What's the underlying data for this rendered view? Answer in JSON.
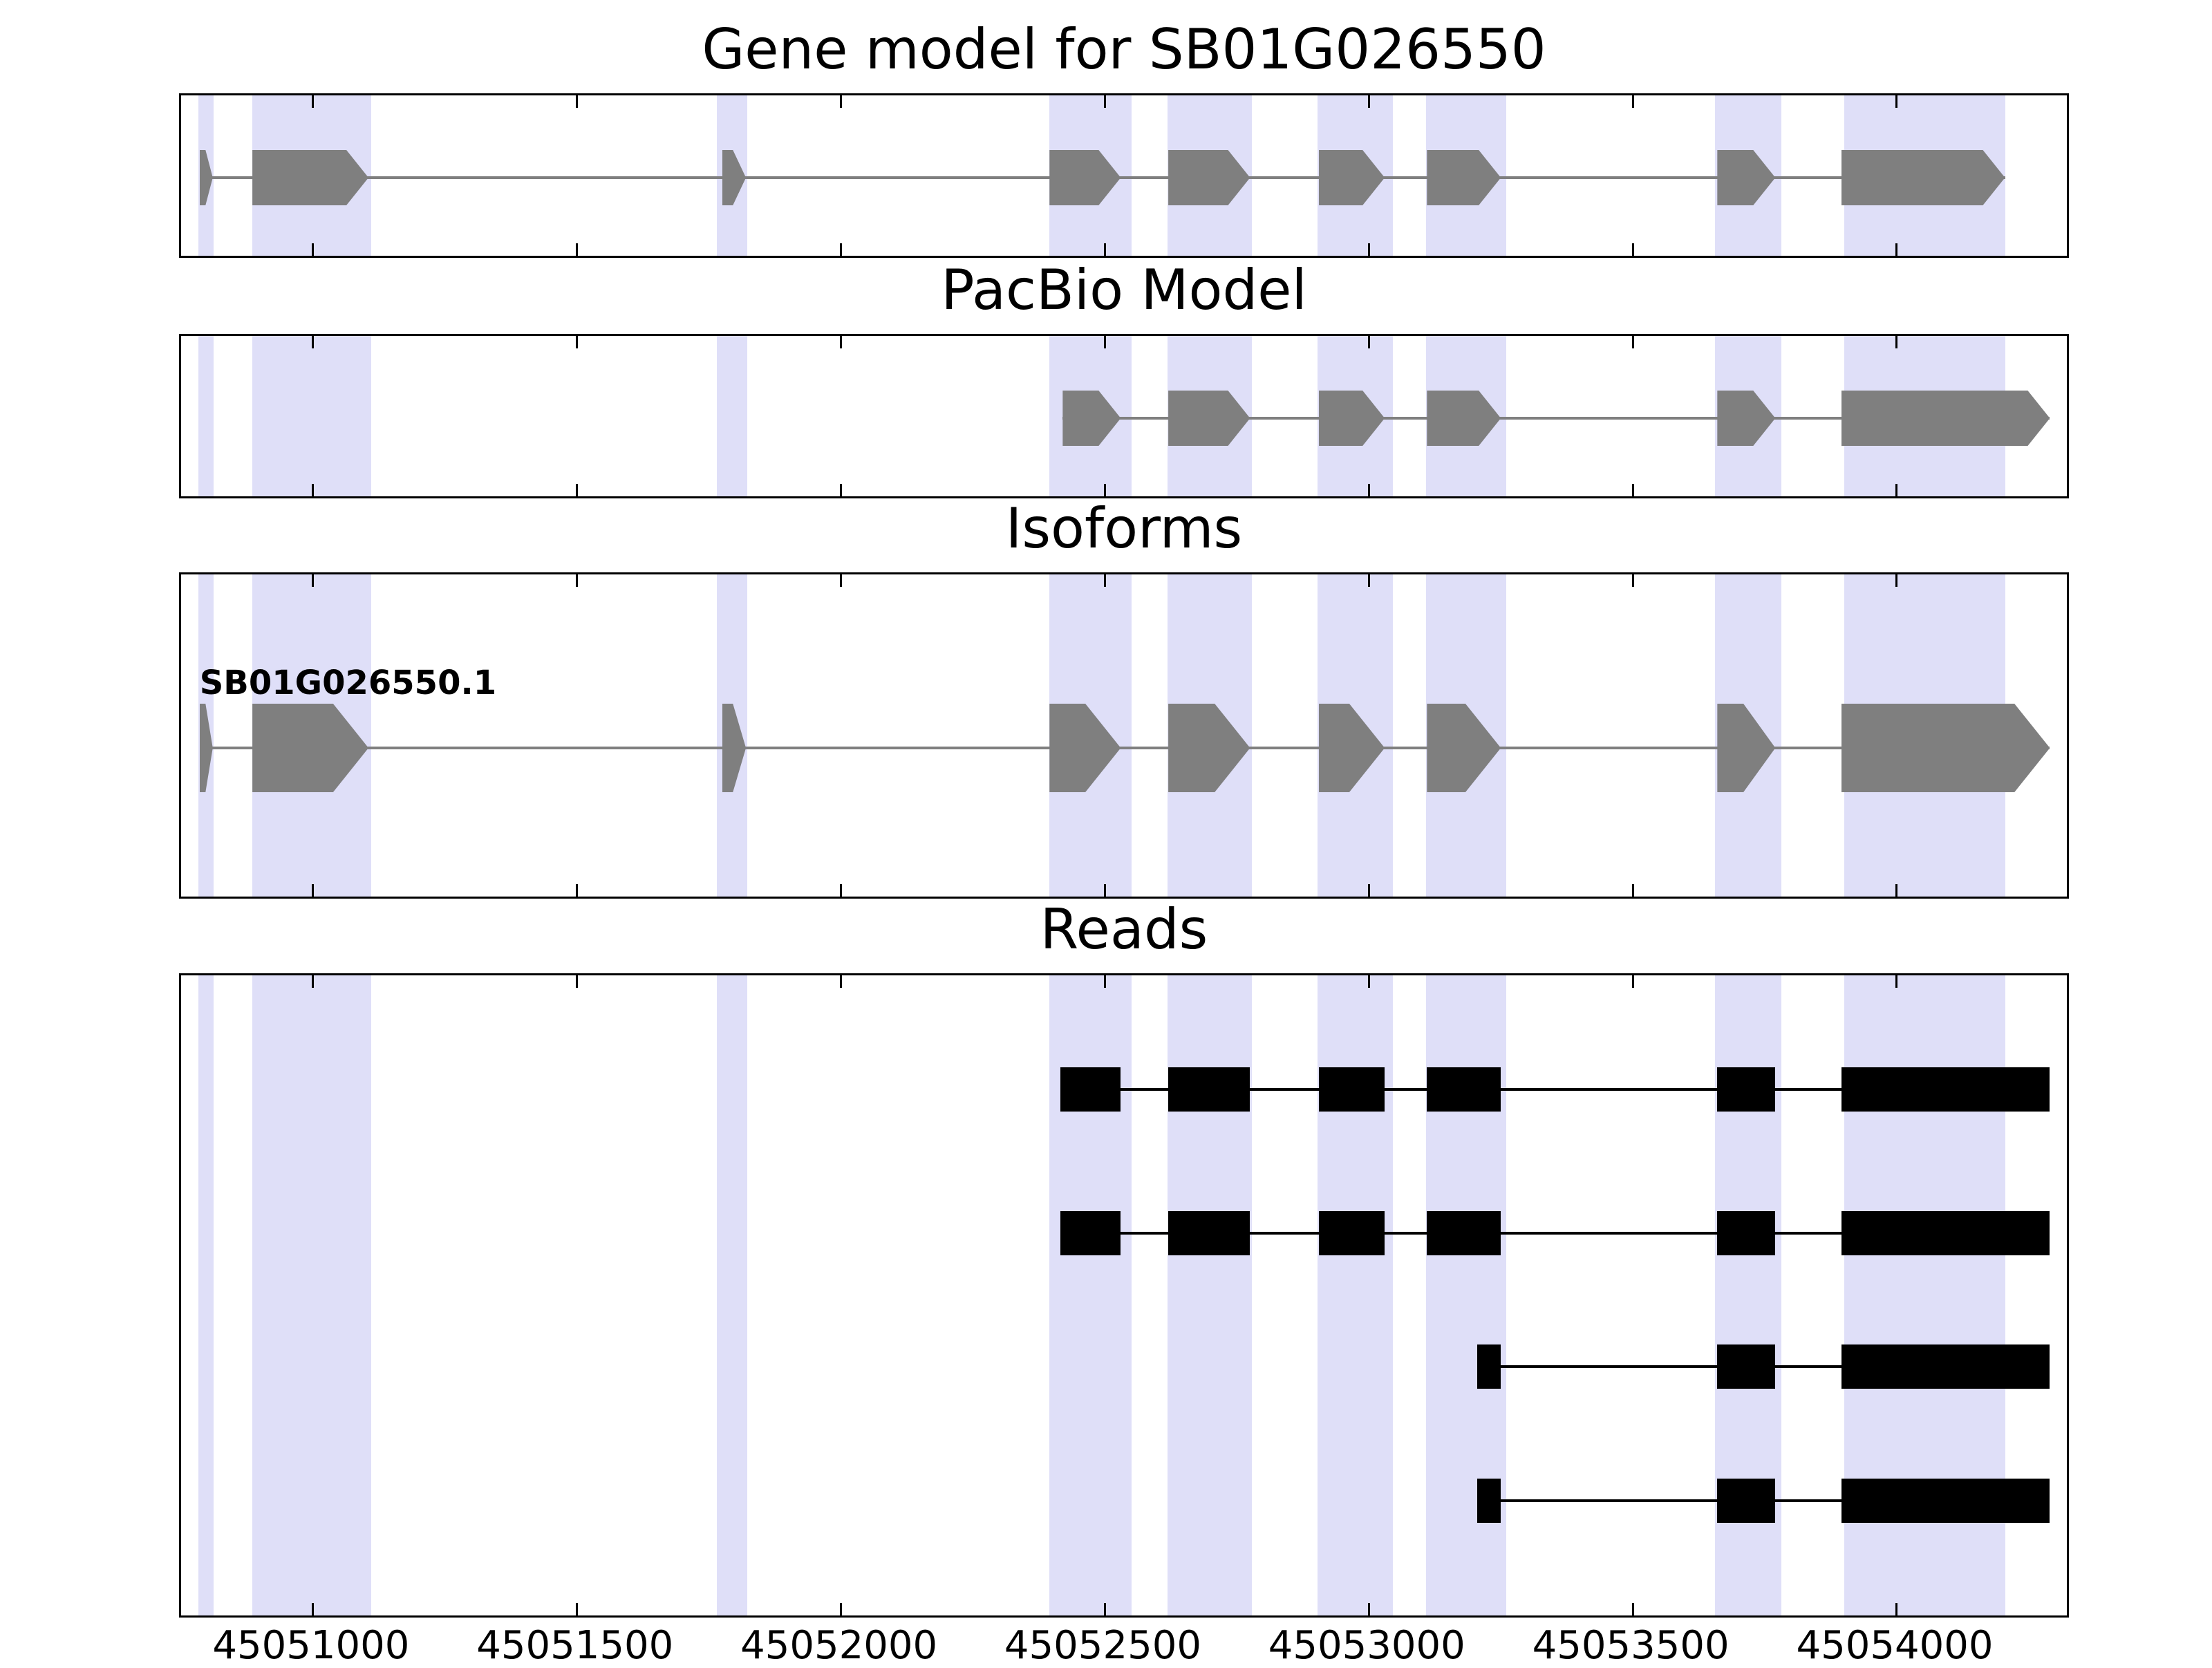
{
  "chart_data": {
    "type": "gene-model-tracks",
    "title": "Gene model for SB01G026550",
    "x_range": [
      45050750,
      45054330
    ],
    "x_ticks": [
      45051000,
      45051500,
      45052000,
      45052500,
      45053000,
      45053500,
      45054000
    ],
    "x_tick_labels": [
      "45051000",
      "45051500",
      "45052000",
      "45052500",
      "45053000",
      "45053500",
      "45054000"
    ],
    "grid": false,
    "highlight_color": "#dfdff8",
    "highlight_regions": [
      [
        45050783,
        45050812
      ],
      [
        45050885,
        45051110
      ],
      [
        45051765,
        45051822
      ],
      [
        45052395,
        45052550
      ],
      [
        45052618,
        45052778
      ],
      [
        45052903,
        45053045
      ],
      [
        45053108,
        45053260
      ],
      [
        45053656,
        45053782
      ],
      [
        45053900,
        45054205
      ]
    ],
    "panels": [
      {
        "title": "Gene model for SB01G026550",
        "track_color": "#7f7f7f",
        "arrow": true,
        "rows": [
          {
            "label": "",
            "strand": "+",
            "exons": [
              [
                45050785,
                45050810
              ],
              [
                45050885,
                45051105
              ],
              [
                45051775,
                45051820
              ],
              [
                45052395,
                45052530
              ],
              [
                45052620,
                45052775
              ],
              [
                45052905,
                45053030
              ],
              [
                45053110,
                45053250
              ],
              [
                45053660,
                45053770
              ],
              [
                45053895,
                45054205
              ]
            ]
          }
        ]
      },
      {
        "title": "PacBio Model",
        "track_color": "#7f7f7f",
        "arrow": true,
        "rows": [
          {
            "label": "",
            "strand": "+",
            "exons": [
              [
                45052420,
                45052530
              ],
              [
                45052620,
                45052775
              ],
              [
                45052905,
                45053030
              ],
              [
                45053110,
                45053250
              ],
              [
                45053660,
                45053770
              ],
              [
                45053895,
                45054290
              ]
            ]
          }
        ]
      },
      {
        "title": "Isoforms",
        "track_color": "#7f7f7f",
        "arrow": true,
        "rows": [
          {
            "label": "SB01G026550.1",
            "strand": "+",
            "exons": [
              [
                45050785,
                45050810
              ],
              [
                45050885,
                45051105
              ],
              [
                45051775,
                45051820
              ],
              [
                45052395,
                45052530
              ],
              [
                45052620,
                45052775
              ],
              [
                45052905,
                45053030
              ],
              [
                45053110,
                45053250
              ],
              [
                45053660,
                45053770
              ],
              [
                45053895,
                45054290
              ]
            ]
          }
        ]
      },
      {
        "title": "Reads",
        "track_color": "#000000",
        "arrow": false,
        "rows": [
          {
            "label": "",
            "exons": [
              [
                45052415,
                45052530
              ],
              [
                45052620,
                45052775
              ],
              [
                45052905,
                45053030
              ],
              [
                45053110,
                45053250
              ],
              [
                45053660,
                45053770
              ],
              [
                45053895,
                45054290
              ]
            ]
          },
          {
            "label": "",
            "exons": [
              [
                45052415,
                45052530
              ],
              [
                45052620,
                45052775
              ],
              [
                45052905,
                45053030
              ],
              [
                45053110,
                45053250
              ],
              [
                45053660,
                45053770
              ],
              [
                45053895,
                45054290
              ]
            ]
          },
          {
            "label": "",
            "exons": [
              [
                45053205,
                45053250
              ],
              [
                45053660,
                45053770
              ],
              [
                45053895,
                45054290
              ]
            ]
          },
          {
            "label": "",
            "exons": [
              [
                45053205,
                45053250
              ],
              [
                45053660,
                45053770
              ],
              [
                45053895,
                45054290
              ]
            ]
          }
        ]
      }
    ]
  }
}
